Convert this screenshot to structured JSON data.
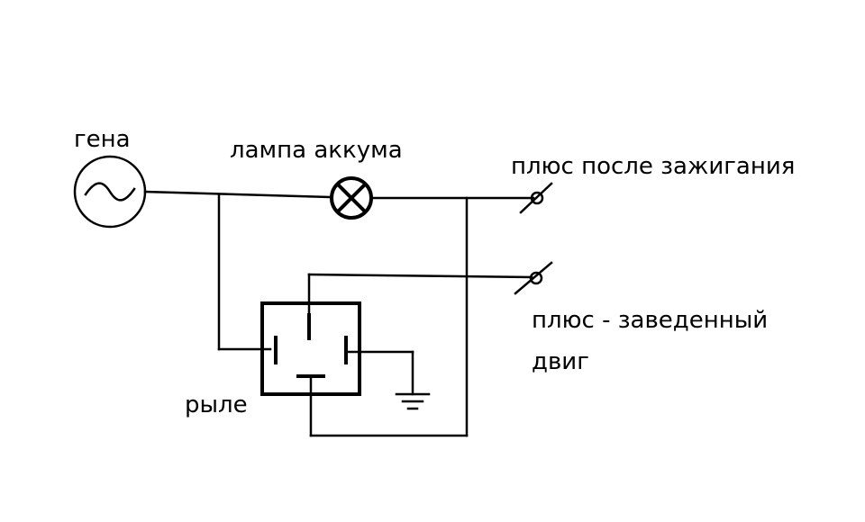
{
  "labels": {
    "generator": "гена",
    "lamp": "лампа аккума",
    "plus_ignition": "плюс после зажигания",
    "plus_engine_line1": "плюс - заведенный",
    "plus_engine_line2": "двиг",
    "relay": "рыле"
  },
  "icons": {
    "generator": "ac-source-icon",
    "lamp": "lamp-icon",
    "ground": "ground-icon",
    "terminal": "terminal-icon"
  },
  "colors": {
    "line": "#000000",
    "background": "#ffffff"
  }
}
